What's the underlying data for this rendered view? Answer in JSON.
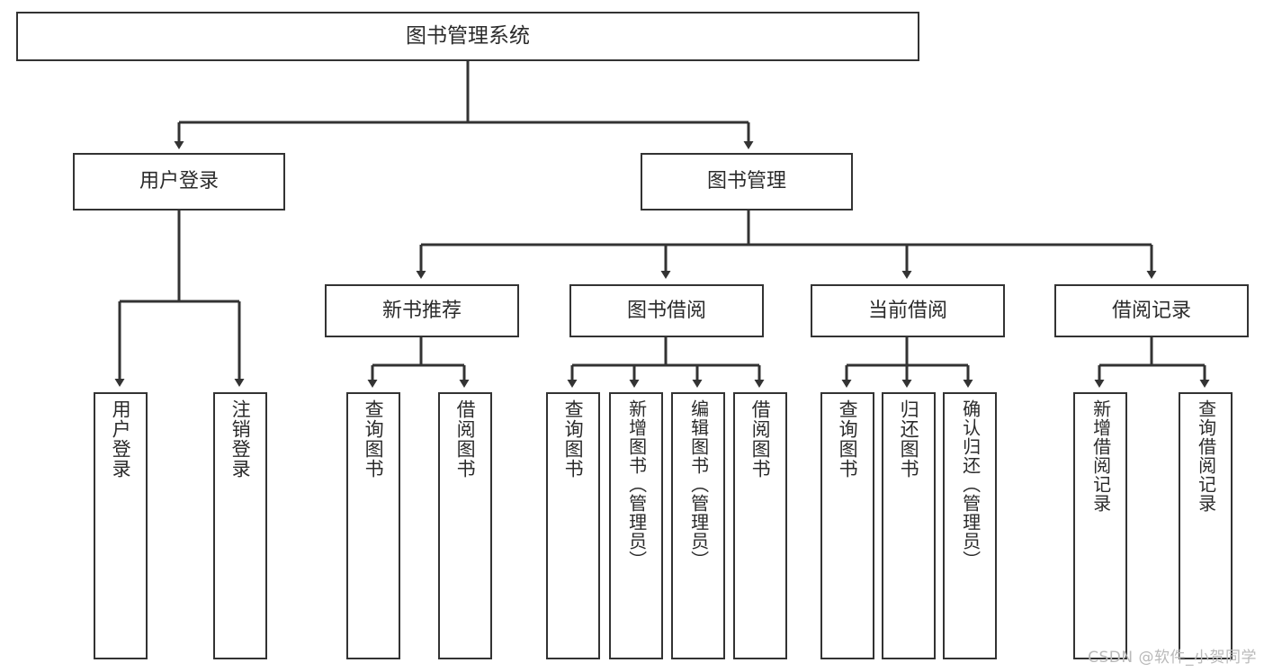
{
  "diagram": {
    "title": "图书管理系统",
    "type": "tree",
    "orientation": "top-down",
    "background_color": "#ffffff",
    "node_border_color": "#333333",
    "node_fill_color": "#ffffff",
    "edge_color": "#333333",
    "text_color": "#2b2b2b"
  },
  "watermark": {
    "text": "CSDN @软件_小贺同学",
    "color": "#b9b9b9"
  },
  "nodes": {
    "root": {
      "label": "图书管理系统"
    },
    "level1": [
      {
        "id": "user-login",
        "label": "用户登录"
      },
      {
        "id": "book-management",
        "label": "图书管理"
      }
    ],
    "level2": [
      {
        "id": "new-book-recommend",
        "label": "新书推荐"
      },
      {
        "id": "book-borrow",
        "label": "图书借阅"
      },
      {
        "id": "current-borrow",
        "label": "当前借阅"
      },
      {
        "id": "borrow-record",
        "label": "借阅记录"
      }
    ],
    "leaves": [
      {
        "id": "leaf-user-login",
        "label": "用户登录",
        "parent": "user-login"
      },
      {
        "id": "leaf-user-logout",
        "label": "注销登录",
        "parent": "user-login"
      },
      {
        "id": "leaf-query-book-1",
        "label": "查询图书",
        "parent": "new-book-recommend"
      },
      {
        "id": "leaf-borrow-book-1",
        "label": "借阅图书",
        "parent": "new-book-recommend"
      },
      {
        "id": "leaf-query-book-2",
        "label": "查询图书",
        "parent": "book-borrow"
      },
      {
        "id": "leaf-add-book",
        "label": "新增图书（管理员）",
        "parent": "book-borrow"
      },
      {
        "id": "leaf-edit-book",
        "label": "编辑图书（管理员）",
        "parent": "book-borrow"
      },
      {
        "id": "leaf-borrow-book-2",
        "label": "借阅图书",
        "parent": "book-borrow"
      },
      {
        "id": "leaf-query-book-3",
        "label": "查询图书",
        "parent": "current-borrow"
      },
      {
        "id": "leaf-return-book",
        "label": "归还图书",
        "parent": "current-borrow"
      },
      {
        "id": "leaf-confirm-return",
        "label": "确认归还（管理员）",
        "parent": "current-borrow"
      },
      {
        "id": "leaf-add-record",
        "label": "新增借阅记录",
        "parent": "borrow-record"
      },
      {
        "id": "leaf-query-record",
        "label": "查询借阅记录",
        "parent": "borrow-record"
      }
    ]
  }
}
